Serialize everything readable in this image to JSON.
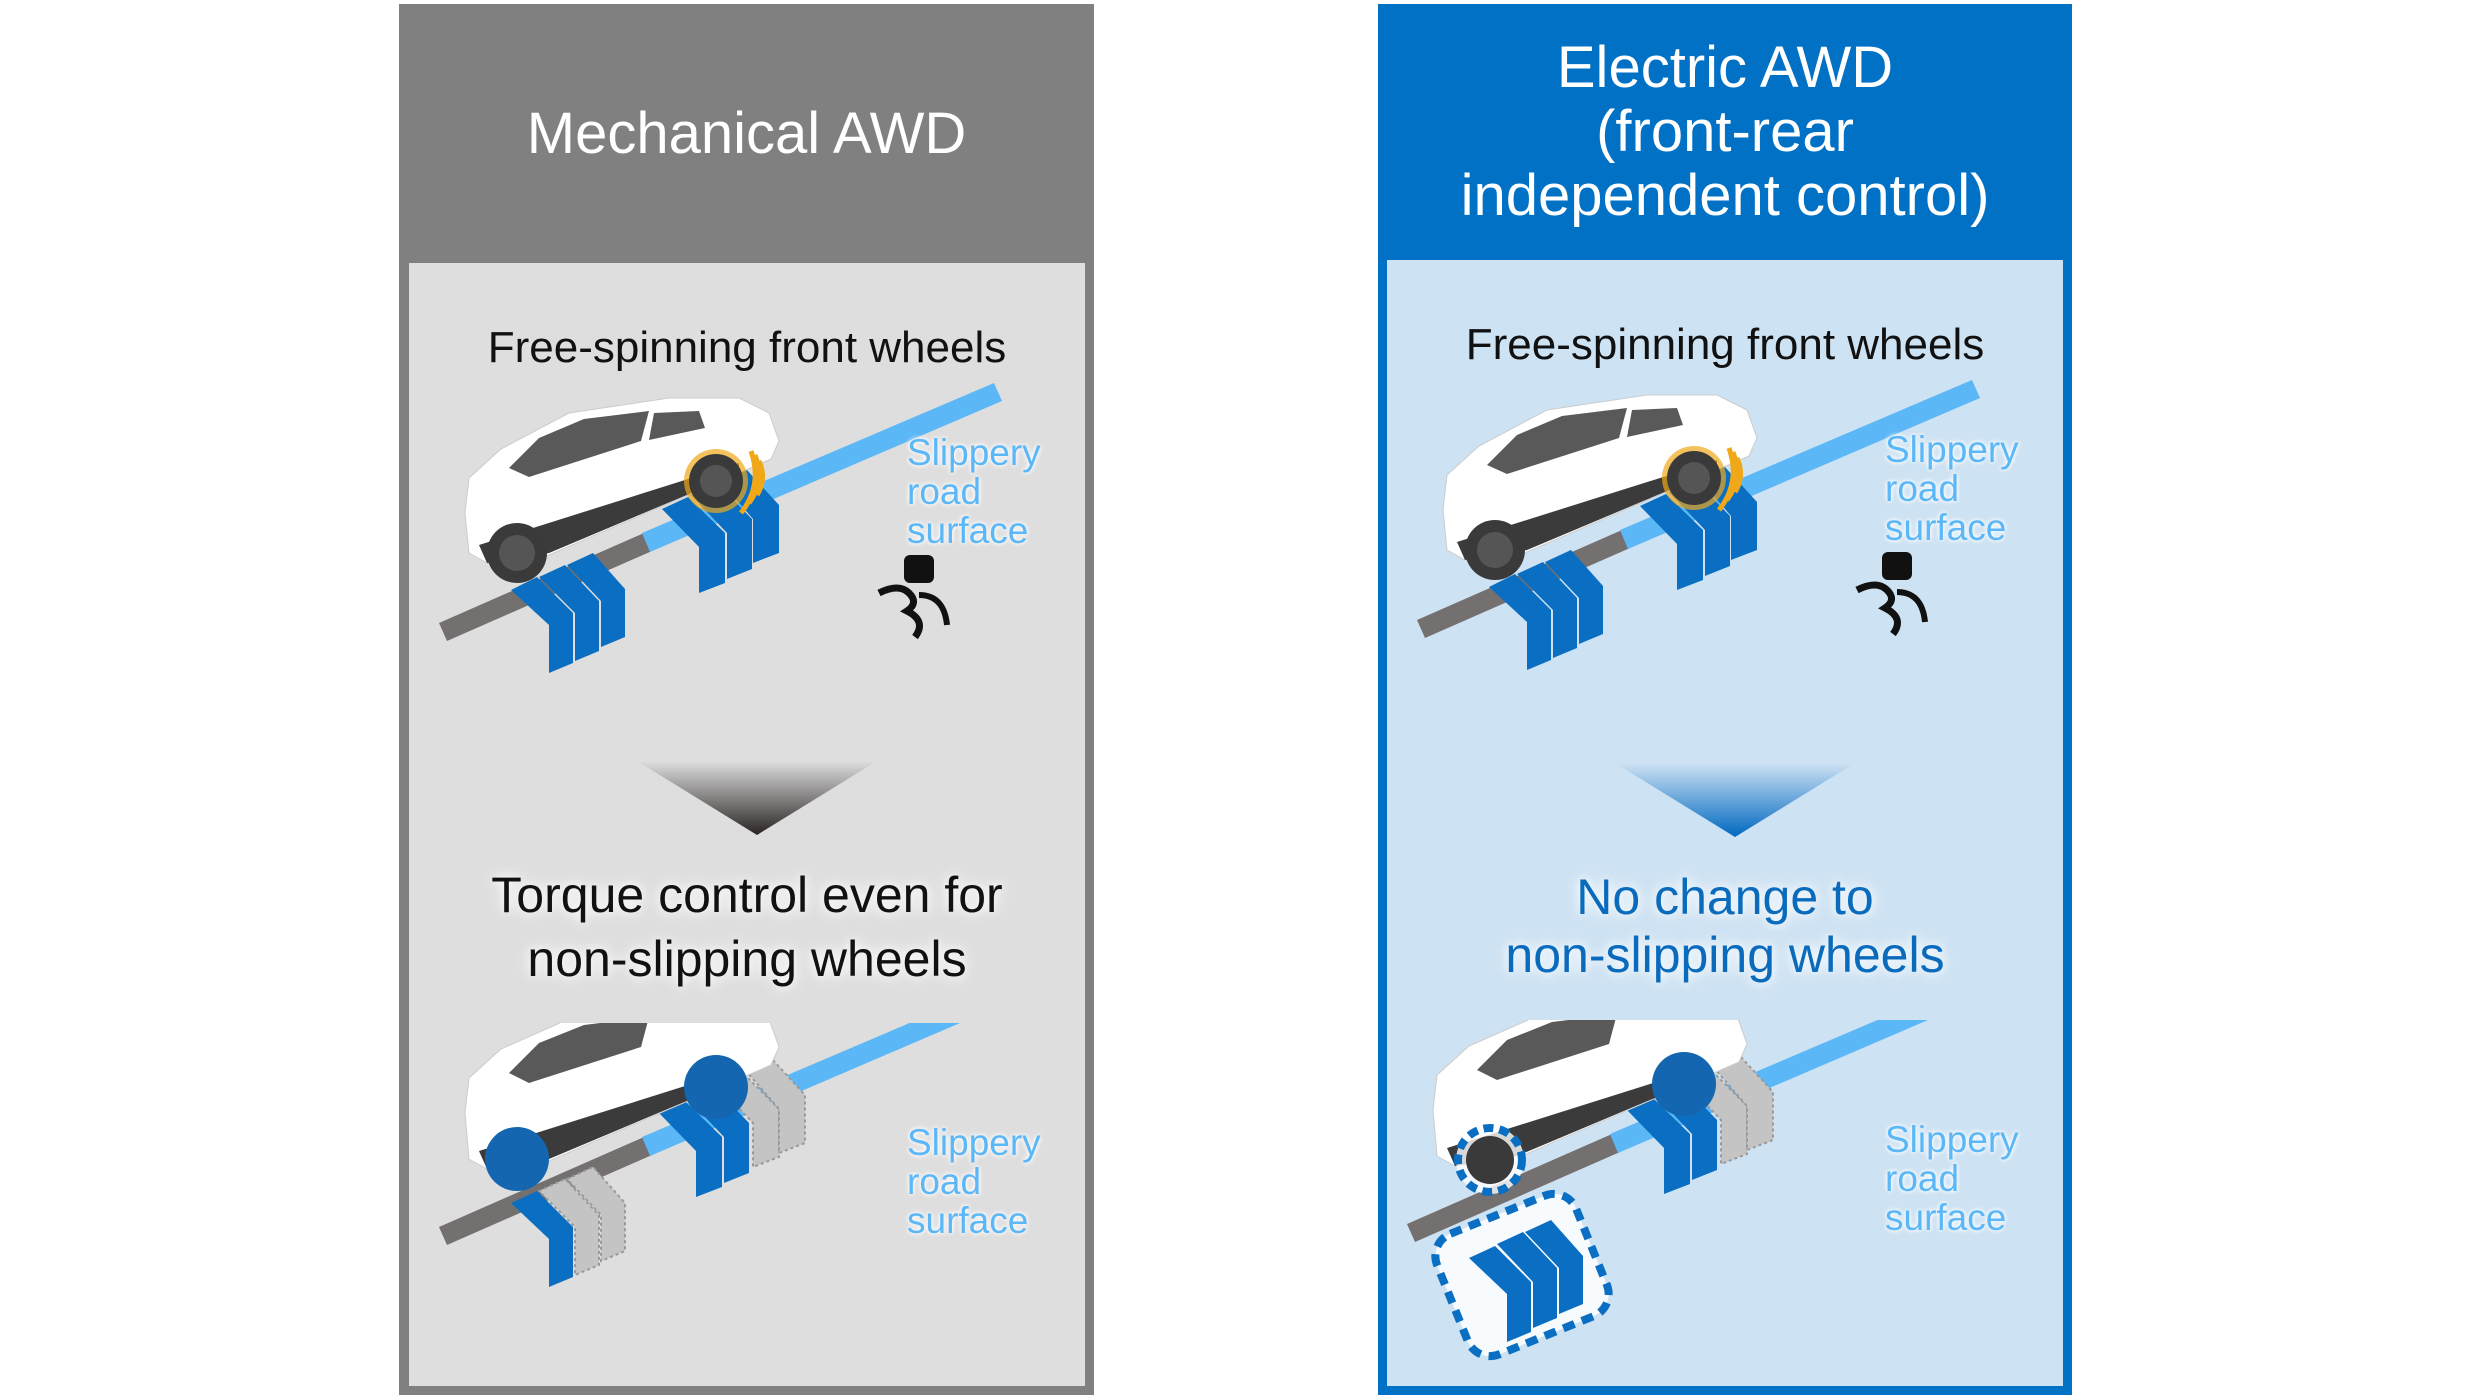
{
  "panels": [
    {
      "id": "mechanical",
      "title": "Mechanical AWD",
      "top_caption": "Free-spinning front wheels",
      "bottom_caption_lines": [
        "Torque control even for",
        "non-slipping wheels"
      ],
      "slippery_label_lines": [
        "Slippery",
        "road",
        "surface"
      ],
      "icons": [
        "car-icon",
        "spinning-wheel-icon",
        "slip-warning-icon",
        "torque-chevron-icon",
        "down-arrow-icon"
      ]
    },
    {
      "id": "electric",
      "title_lines": [
        "Electric AWD",
        "(front-rear",
        "independent control)"
      ],
      "top_caption": "Free-spinning front wheels",
      "bottom_caption_lines": [
        "No change to",
        "non-slipping wheels"
      ],
      "slippery_label_lines": [
        "Slippery",
        "road",
        "surface"
      ],
      "icons": [
        "car-icon",
        "spinning-wheel-icon",
        "slip-warning-icon",
        "torque-chevron-icon",
        "down-arrow-icon",
        "highlight-dashed-box-icon"
      ]
    }
  ],
  "colors": {
    "mechanical_header": "#808080",
    "mechanical_body": "#dedede",
    "electric_header": "#0071c5",
    "electric_body": "#cde2f3",
    "torque_blue": "#0a6fc2",
    "slippery_blue": "#5cb7f7",
    "dry_road": "#747070",
    "spin_orange": "#f0a818"
  }
}
